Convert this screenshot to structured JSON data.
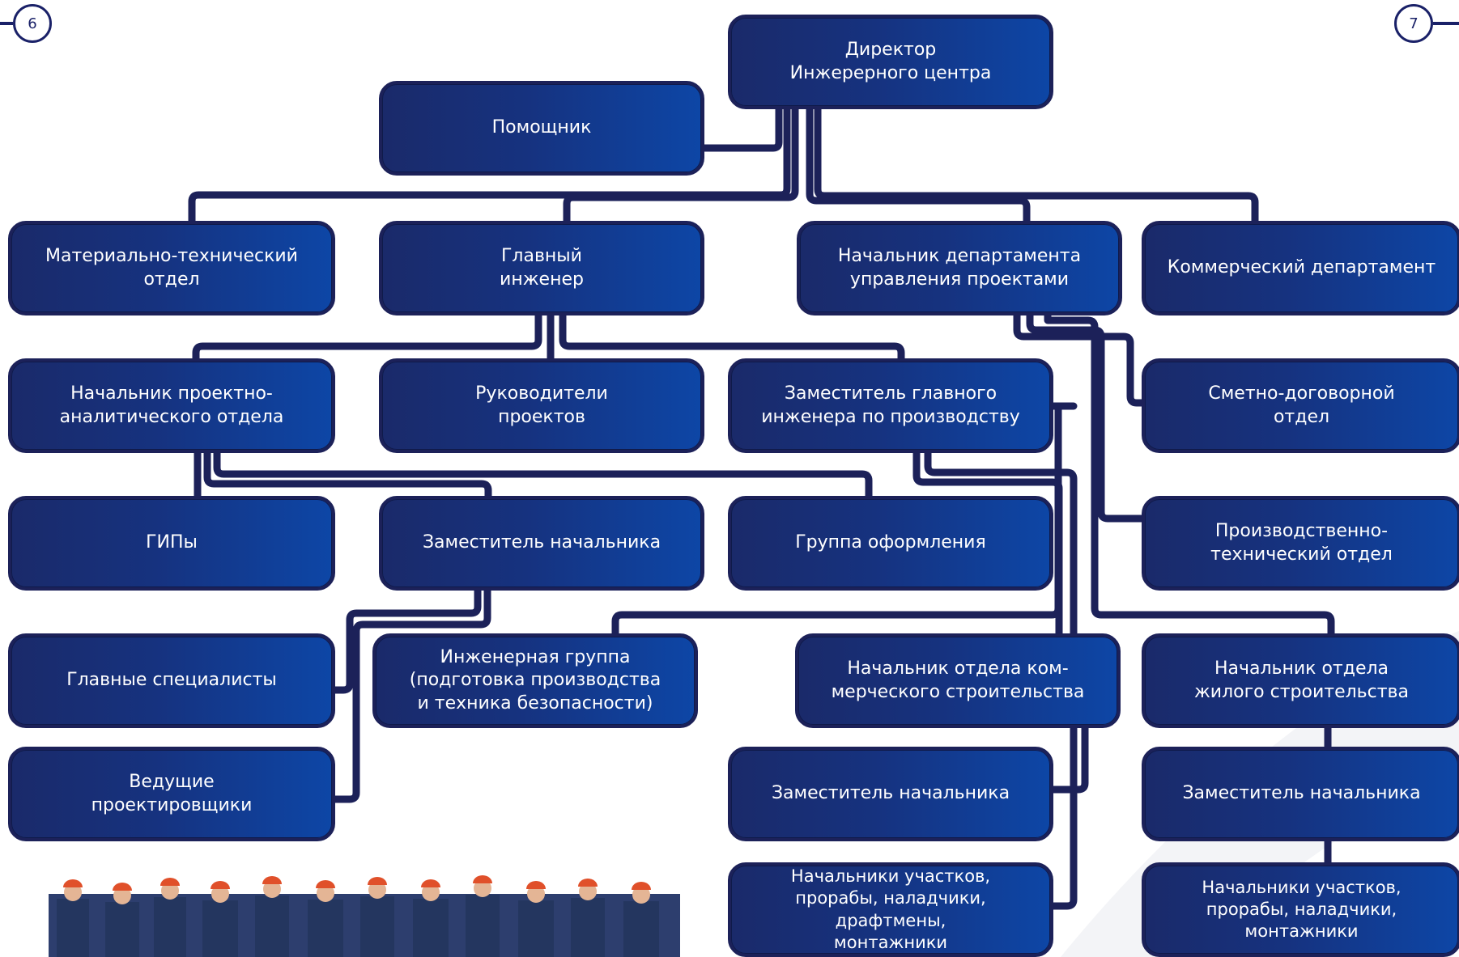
{
  "pages": {
    "left": "6",
    "right": "7"
  },
  "colors": {
    "accent": "#1a2168",
    "node_start": "#1a2a6a",
    "node_end": "#0d46a6",
    "connector": "#1c2159"
  },
  "nodes": {
    "director": "Директор\nИнжерерного центра",
    "assistant": "Помощник",
    "material_tech": "Материально-технический отдел",
    "chief_engineer": "Главный\nинженер",
    "project_mgmt_head": "Начальник департамента\nуправления проектами",
    "commercial_dept": "Коммерческий департамент",
    "design_analytics_head": "Начальник проектно-\nаналитического отдела",
    "project_leaders": "Руководители\nпроектов",
    "deputy_chief_production": "Заместитель главного\nинженера по производству",
    "estimate_contract": "Сметно-договорной\nотдел",
    "gips": "ГИПы",
    "deputy_head_a": "Заместитель начальника",
    "design_group": "Группа оформления",
    "production_technical": "Производственно-\nтехнический отдел",
    "chief_specialists": "Главные специалисты",
    "engineering_group": "Инженерная группа\n(подготовка производства\nи техника безопасности)",
    "commercial_construction_head": "Начальник отдела ком-\nмерческого строительства",
    "residential_construction_head": "Начальник отдела\nжилого строительства",
    "lead_designers": "Ведущие\nпроектировщики",
    "deputy_head_b": "Заместитель начальника",
    "deputy_head_c": "Заместитель начальника",
    "site_heads_b": "Начальники участков,\nпрорабы, наладчики, драфтмены,\nмонтажники",
    "site_heads_c": "Начальники участков,\nпрорабы, наладчики,\nмонтажники"
  }
}
